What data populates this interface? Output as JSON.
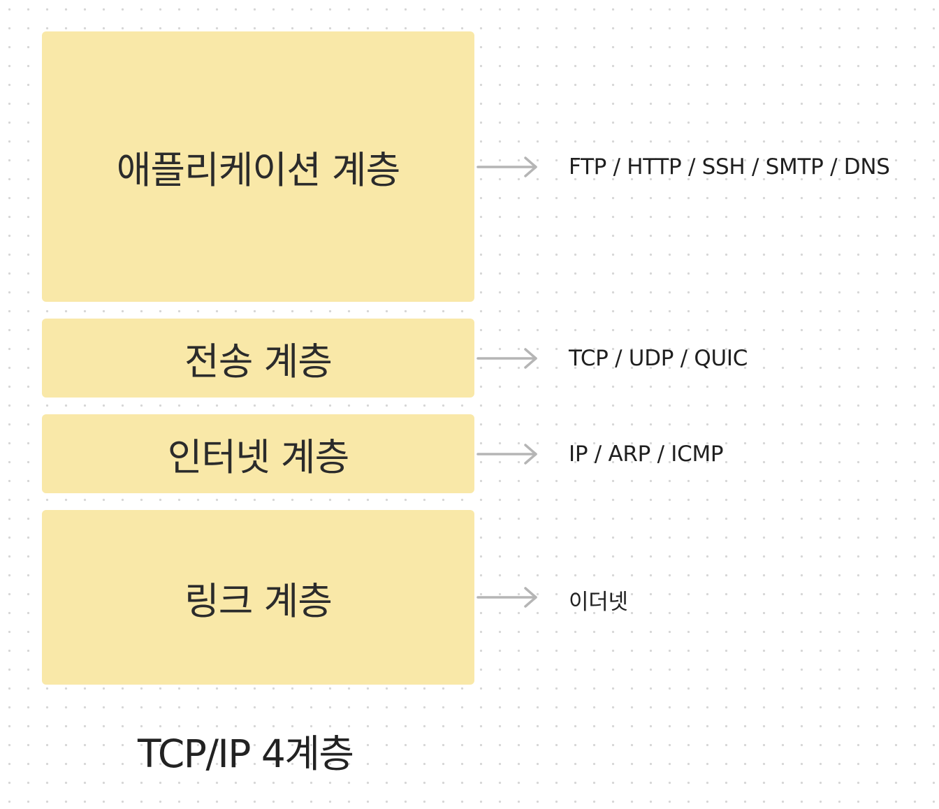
{
  "title": "TCP/IP 4계층",
  "colors": {
    "layer_fill": "#f9e8a8",
    "arrow": "#b5b5b5",
    "text": "#2b2b2b",
    "background_dots": "#d6d6d6"
  },
  "layers": [
    {
      "label": "애플리케이션 계층",
      "protocols": "FTP / HTTP / SSH / SMTP / DNS",
      "arrow_icon": "right-arrow-icon"
    },
    {
      "label": "전송 계층",
      "protocols": "TCP / UDP / QUIC",
      "arrow_icon": "right-arrow-icon"
    },
    {
      "label": "인터넷 계층",
      "protocols": "IP / ARP / ICMP",
      "arrow_icon": "right-arrow-icon"
    },
    {
      "label": "링크 계층",
      "protocols": "이더넷",
      "arrow_icon": "right-arrow-icon"
    }
  ]
}
